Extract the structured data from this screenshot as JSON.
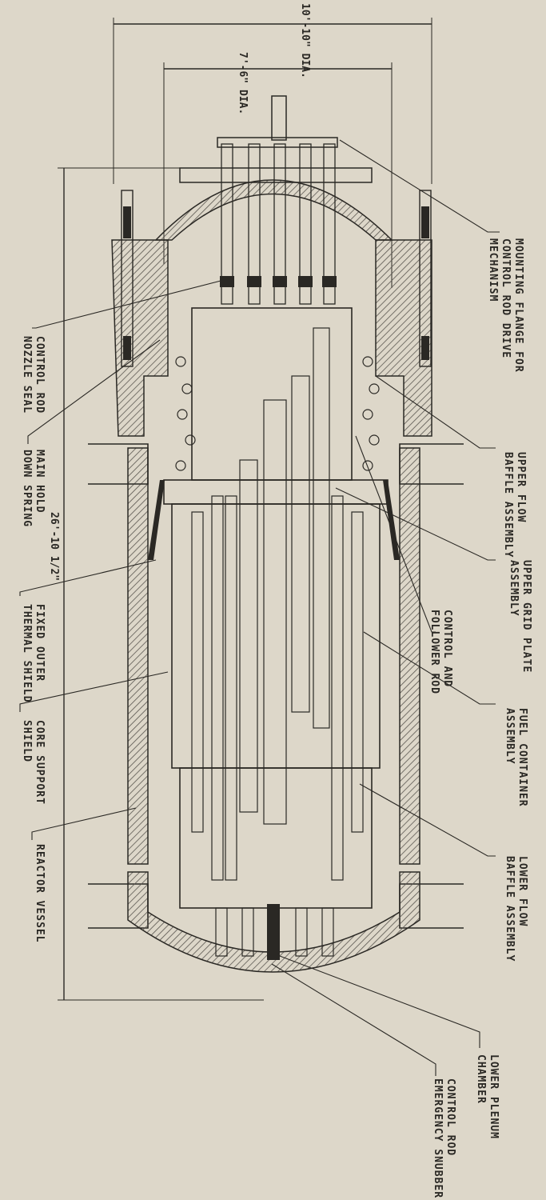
{
  "dimensions": {
    "outer_diameter": "10'-10\" DIA.",
    "inner_diameter": "7'-6\" DIA.",
    "overall_height": "26'-10 1/2\""
  },
  "labels": {
    "mounting_flange": [
      "MOUNTING FLANGE FOR",
      "CONTROL ROD DRIVE",
      "MECHANISM"
    ],
    "upper_flow_baffle": [
      "UPPER FLOW",
      "BAFFLE ASSEMBLY"
    ],
    "upper_grid_plate": [
      "UPPER GRID PLATE",
      "ASSEMBLY"
    ],
    "fuel_container": [
      "FUEL CONTAINER",
      "ASSEMBLY"
    ],
    "lower_flow_baffle": [
      "LOWER FLOW",
      "BAFFLE ASSEMBLY"
    ],
    "lower_plenum": [
      "LOWER PLENUM",
      "CHAMBER"
    ],
    "control_rod_snubber": [
      "CONTROL ROD",
      "EMERGENCY SNUBBER"
    ],
    "control_follower": [
      "CONTROL AND",
      "FOLLOWER ROD"
    ],
    "control_rod_nozzle_seal": [
      "CONTROL ROD",
      "NOZZLE SEAL"
    ],
    "main_hold_down_spring": [
      "MAIN HOLD",
      "DOWN SPRING"
    ],
    "fixed_outer_thermal_shield": [
      "FIXED OUTER",
      "THERMAL SHIELD"
    ],
    "core_support_shield": [
      "CORE SUPPORT",
      "SHIELD"
    ],
    "reactor_vessel": [
      "REACTOR VESSEL"
    ]
  },
  "colors": {
    "paper": "#ddd7c9",
    "ink": "#2a2824",
    "hatch": "#5a5650"
  }
}
